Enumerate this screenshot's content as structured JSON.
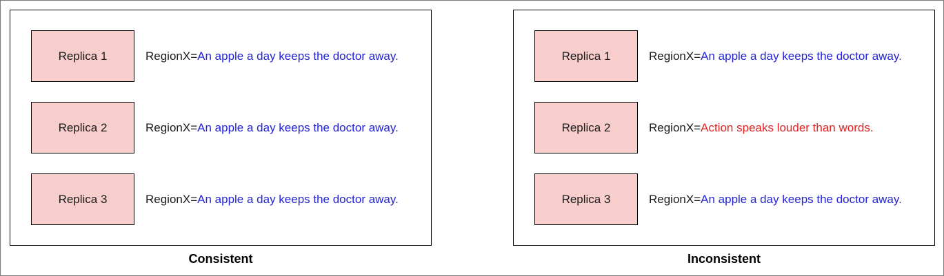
{
  "colors": {
    "replica_fill": "#f8cecc",
    "agree_value": "#2323d8",
    "conflict_value": "#e02424",
    "border": "#000000"
  },
  "panels": [
    {
      "caption": "Consistent",
      "rows": [
        {
          "replica": "Replica 1",
          "key": "RegionX=",
          "value": "An apple a day keeps the doctor away.",
          "status": "agree"
        },
        {
          "replica": "Replica 2",
          "key": "RegionX=",
          "value": "An apple a day keeps the doctor away.",
          "status": "agree"
        },
        {
          "replica": "Replica 3",
          "key": "RegionX=",
          "value": "An apple a day keeps the doctor away.",
          "status": "agree"
        }
      ]
    },
    {
      "caption": "Inconsistent",
      "rows": [
        {
          "replica": "Replica 1",
          "key": "RegionX=",
          "value": "An apple a day keeps the doctor away.",
          "status": "agree"
        },
        {
          "replica": "Replica 2",
          "key": "RegionX=",
          "value": "Action speaks louder than words.",
          "status": "conflict"
        },
        {
          "replica": "Replica 3",
          "key": "RegionX=",
          "value": "An apple a day keeps the doctor away.",
          "status": "agree"
        }
      ]
    }
  ]
}
